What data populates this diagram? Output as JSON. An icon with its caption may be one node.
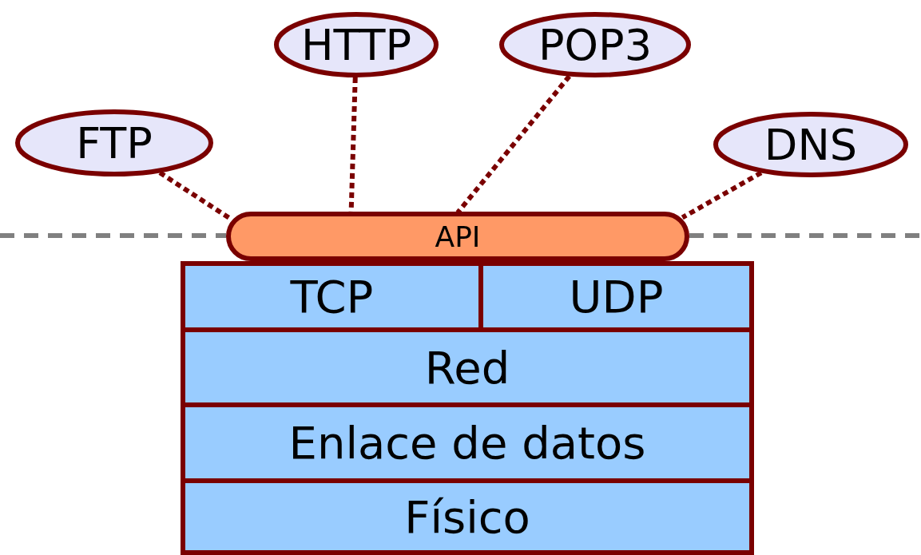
{
  "diagram": {
    "nodes": [
      {
        "text": [
          "FTP"
        ]
      },
      {
        "text": [
          "HTTP"
        ]
      },
      {
        "text": [
          "POP3"
        ]
      },
      {
        "text": [
          "DNS"
        ]
      },
      {
        "text": [
          "API"
        ]
      },
      {
        "text": [
          "TCP"
        ]
      },
      {
        "text": [
          "UDP"
        ]
      },
      {
        "text": [
          "Red"
        ]
      },
      {
        "text": [
          "Enlace de datos"
        ]
      },
      {
        "text": [
          "Físico"
        ]
      }
    ],
    "edges": [
      {
        "from": 0,
        "to": 4,
        "arrow": "none",
        "style": "dashed"
      },
      {
        "from": 1,
        "to": 4,
        "arrow": "none",
        "style": "dashed"
      },
      {
        "from": 2,
        "to": 4,
        "arrow": "none",
        "style": "dashed"
      },
      {
        "from": 3,
        "to": 4,
        "arrow": "none",
        "style": "dashed"
      }
    ]
  }
}
